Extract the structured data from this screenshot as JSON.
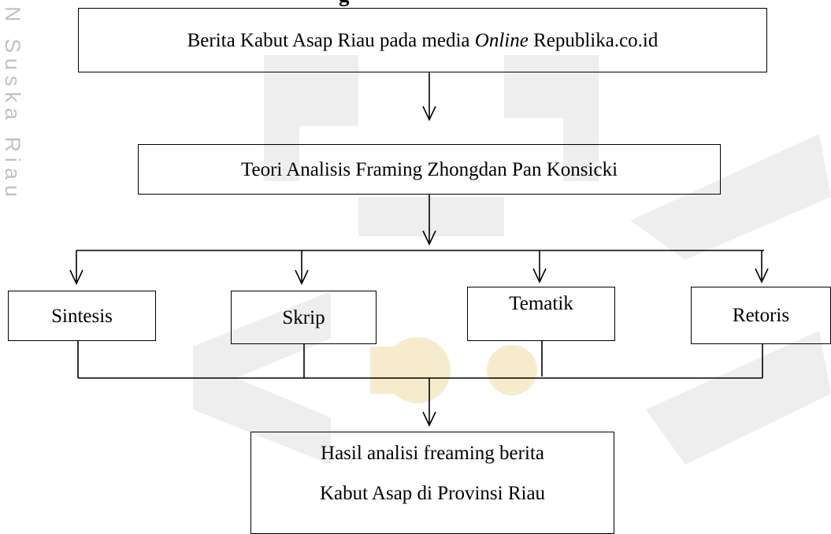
{
  "side_text": "N Suska Riau",
  "top_cut_text": "g",
  "flow": {
    "source_box": {
      "prefix": "Berita Kabut Asap Riau pada media ",
      "italic": "Online",
      "suffix": " Republika.co.id"
    },
    "theory_box": "Teori Analisis Framing Zhongdan Pan Konsicki",
    "dimensions": [
      "Sintesis",
      "Skrip",
      "Tematik",
      "Retoris"
    ],
    "result_box": {
      "line1": "Hasil analisi freaming berita",
      "line2": "Kabut Asap di Provinsi Riau"
    }
  },
  "colors": {
    "watermark": "#ececec",
    "watermark_gold": "#f6eccd",
    "side_text": "#bcc3c7"
  }
}
